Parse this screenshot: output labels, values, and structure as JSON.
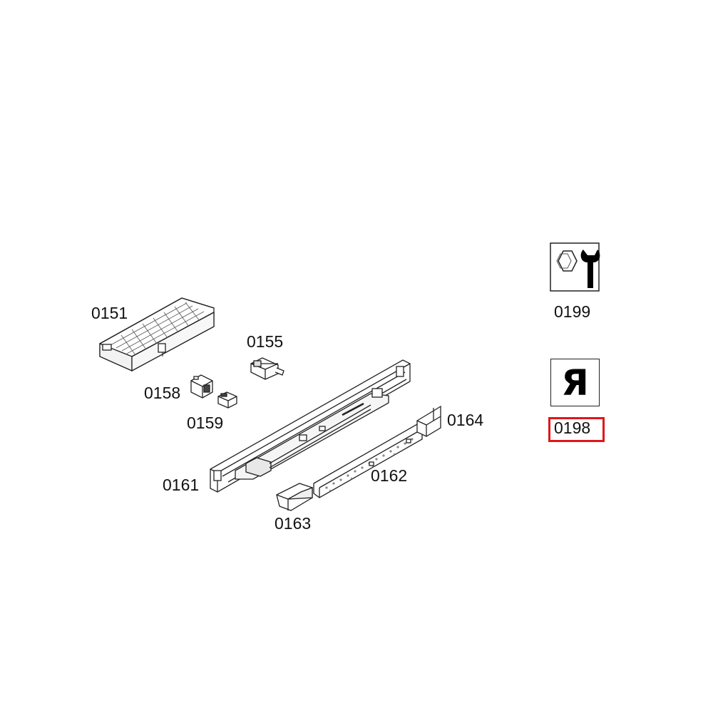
{
  "parts": {
    "p0151": "0151",
    "p0155": "0155",
    "p0158": "0158",
    "p0159": "0159",
    "p0161": "0161",
    "p0162": "0162",
    "p0163": "0163",
    "p0164": "0164",
    "p0199": "0199",
    "p0198": "0198"
  },
  "icons": {
    "repair": "wrench-nut-icon",
    "reference": "mirrored-r-icon",
    "reference_glyph": "Я"
  },
  "colors": {
    "highlight": "#e0161b",
    "line": "#222222"
  }
}
